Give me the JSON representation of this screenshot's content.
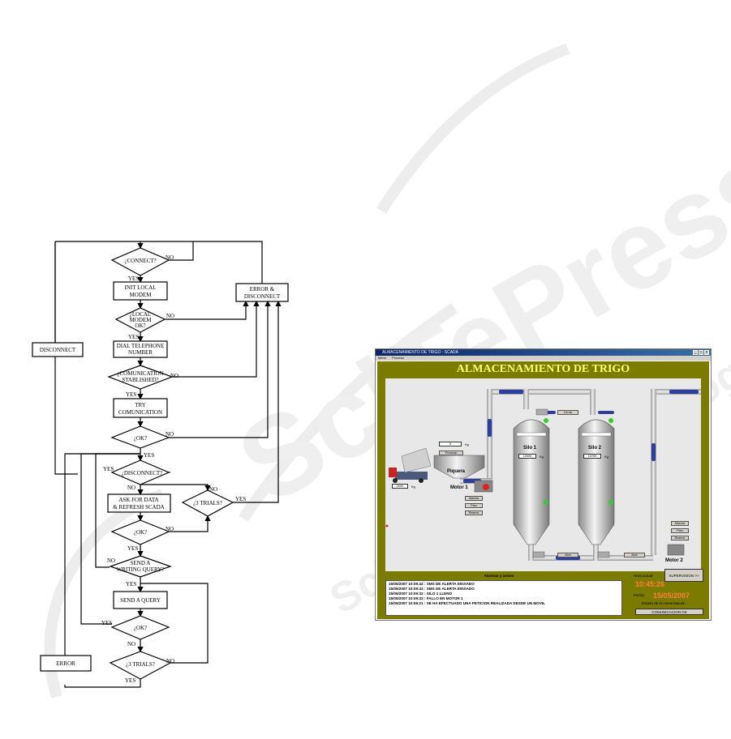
{
  "colors": {
    "scada_frame": "#7b7b00",
    "scada_title_text": "#ffff66",
    "time_text": "#ff8040",
    "pipe": "#c8c8c8",
    "pipe_blue": "#2c3fa0",
    "status_green": "#33cc33",
    "watermark": "#e4e4e4"
  },
  "flowchart": {
    "nodes": {
      "connect": "¿CONNECT?",
      "init_modem": [
        "INIT LOCAL",
        "MODEM"
      ],
      "local_modem_ok": [
        "¿LOCAL",
        "MODEM",
        "OK?"
      ],
      "dial": [
        "DIAL TELEPHONE",
        "NUMBER"
      ],
      "comm_established": [
        "¿COMUNICATION",
        "STABLISHED?"
      ],
      "try_comm": [
        "TRY",
        "COMUNICATION"
      ],
      "ok1": "¿OK?",
      "disconnect_q": "¿DISCONNECT?",
      "ask_data": [
        "ASK FOR DATA",
        "& REFRESH SCADA"
      ],
      "three_trials_1": "¿3 TRIALS?",
      "ok2": "¿OK?",
      "writing_query": [
        "SEND A",
        "WRITING QUERY?"
      ],
      "send_query": "SEND A QUERY",
      "ok3": "¿OK?",
      "three_trials_2": "¿3 TRIALS?",
      "error_disconnect": [
        "ERROR &",
        "DISCONNECT"
      ],
      "disconnect": "DISCONNECT",
      "error": "ERROR"
    },
    "labels": {
      "yes": "YES",
      "no": "NO"
    }
  },
  "scada": {
    "window_title": "ALMACENAMIENTO DE TRIGO - SCADA",
    "menu": [
      "Menu",
      "Proceso"
    ],
    "header": "ALMACENAMIENTO DE TRIGO",
    "truck_weight": "2000",
    "truck_unit": "Kg",
    "scale_value": "0",
    "scale_unit": "Kg",
    "process_button": "Procesar",
    "piquera_label": "Piquera",
    "silo1_label": "Silo 1",
    "silo1_value": "10000",
    "silo1_unit": "Kg",
    "silo2_label": "Silo 2",
    "silo2_value": "10700",
    "silo2_unit": "Kg",
    "motor1_label": "Motor 1",
    "motor2_label": "Motor 2",
    "motor1_buttons": [
      "Marcha",
      "Paro",
      "Rearme"
    ],
    "motor2_buttons": [
      "Marcha",
      "Paro",
      "Rearme"
    ],
    "valve_top": "Cerrar",
    "valve_bottom_1": "Abrir",
    "valve_bottom_2": "Abrir",
    "alarms_title": "Alarmas y avisos",
    "alarms": [
      "15/05/2007 10:09:42 : SMS DE ALERTA ENVIADO",
      "15/05/2007 10:09:32 : SMS DE ALERTA ENVIADO",
      "15/05/2007 10:09:32 : SILO 1 LLENO",
      "15/05/2007 10:09:32 : FALLO EN MOTOR 1",
      "15/05/2007 10:06:21 : SE HA EFECTUADO UNA PETICION REALIZADA DESDE UN MOVIL"
    ],
    "hora_label": "Hora actual:",
    "hora": "10:45:26",
    "fecha_label": "Fecha:",
    "fecha": "15/05/2007",
    "estado_label": "Estado de la comunicación",
    "estado": "COMUNICACION OK",
    "supervision_button": "SUPERVISION >>"
  }
}
